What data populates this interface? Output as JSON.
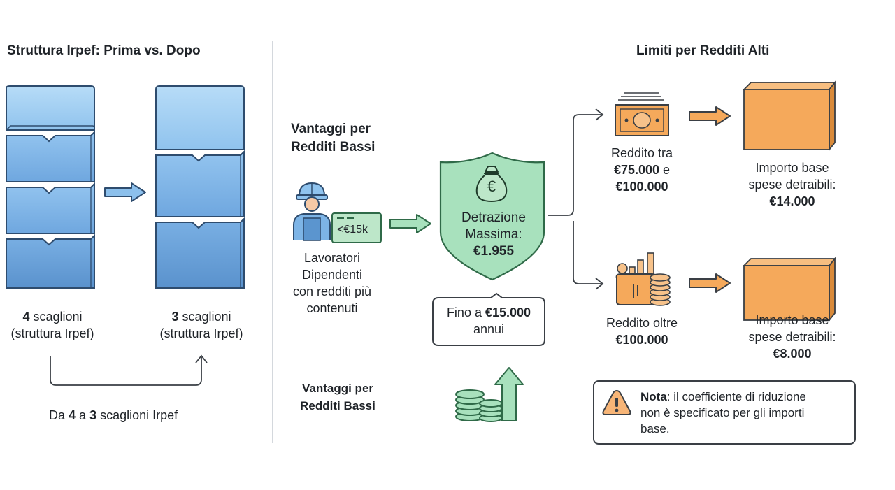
{
  "left": {
    "title": "Struttura Irpef: Prima vs. Dopo",
    "before_count": "4",
    "before_word": " scaglioni",
    "before_sub": "(struttura Irpef)",
    "after_count": "3",
    "after_word": " scaglioni",
    "after_sub": "(struttura Irpef)",
    "summary_pre": "Da ",
    "summary_a": "4",
    "summary_mid": " a ",
    "summary_b": "3",
    "summary_post": " scaglioni Irpef"
  },
  "middle": {
    "title_line1": "Vantaggi per",
    "title_line2": "Redditi Bassi",
    "card_text": "<€15k",
    "workers_lines": [
      "Lavoratori",
      "Dipendenti",
      "con redditi più",
      "contenuti"
    ],
    "money_bag_symbol": "€",
    "shield_line1": "Detrazione",
    "shield_line2": "Massima:",
    "shield_value": "€1.955",
    "limit_pre": "Fino a ",
    "limit_value": "€15.000",
    "limit_post": "annui",
    "bottom_title_line1": "Vantaggi per",
    "bottom_title_line2": "Redditi Bassi"
  },
  "right": {
    "title": "Limiti per Redditi Alti",
    "band1_line1": "Reddito tra",
    "band1_line2a": "€75.000",
    "band1_line2b": " e",
    "band1_line3": "€100.000",
    "band1_base_line1": "Importo base",
    "band1_base_line2": "spese detraibili:",
    "band1_base_value": "€14.000",
    "band2_line1": "Reddito oltre",
    "band2_line2": "€100.000",
    "band2_base_line1": "Importo base",
    "band2_base_line2": "spese detraibili:",
    "band2_base_value": "€8.000",
    "note_label": "Nota",
    "note_line1": ": il coefficiente di riduzione",
    "note_line2": "non è specificato per gli importi",
    "note_line3": "base."
  },
  "colors": {
    "block_light": "#a9d3f4",
    "block_mid": "#7db4e6",
    "block_dark": "#5b95cf",
    "green_fill": "#a8e1bd",
    "green_stroke": "#2f6a48",
    "orange": "#f5a95b",
    "orange_dark": "#d98a3a",
    "warning_fill": "#f7b577"
  }
}
